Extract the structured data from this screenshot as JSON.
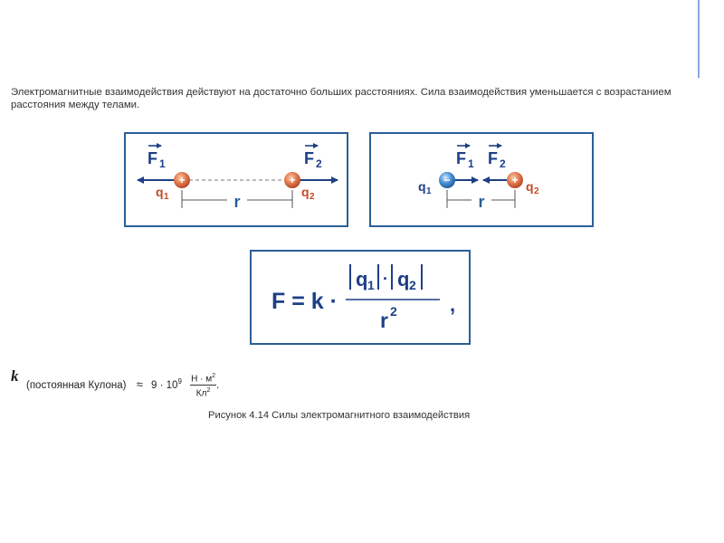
{
  "intro_text": "Электромагнитные взаимодействия действуют на достаточно больших расстояниях. Сила взаимодействия уменьшается с возрастанием расстояния между телами.",
  "panel_repulsion": {
    "force1": "F",
    "force1_sub": "1",
    "force2": "F",
    "force2_sub": "2",
    "charge1": "q",
    "charge1_sub": "1",
    "charge1_sign": "+",
    "charge2": "q",
    "charge2_sub": "2",
    "charge2_sign": "+",
    "distance": "r"
  },
  "panel_attraction": {
    "force1": "F",
    "force1_sub": "1",
    "force2": "F",
    "force2_sub": "2",
    "charge1": "q",
    "charge1_sub": "1",
    "charge1_sign": "−",
    "charge2": "q",
    "charge2_sub": "2",
    "charge2_sign": "+",
    "distance": "r"
  },
  "formula": {
    "lhs": "F = k ·",
    "q1": "q",
    "q1_sub": "1",
    "dot": "·",
    "q2": "q",
    "q2_sub": "2",
    "den": "r",
    "den_exp": "2",
    "comma": ","
  },
  "constant_note": {
    "symbol": "k",
    "description": "(постоянная Кулона)",
    "approx": "≈",
    "value_base": "9 · 10",
    "value_exp": "9",
    "unit_num": "Н · м",
    "unit_num_exp": "2",
    "unit_den": "Кл",
    "unit_den_exp": "2",
    "period": "."
  },
  "caption": "Рисунок 4.14 Силы электромагнитного взаимодействия",
  "colors": {
    "frame": "#2a5f96",
    "force_label": "#1e3f86",
    "charge_label": "#c24a27",
    "positive_charge": "#e27a4e",
    "negative_charge": "#4a8fd6",
    "accent_line": "#8aa7e0"
  }
}
